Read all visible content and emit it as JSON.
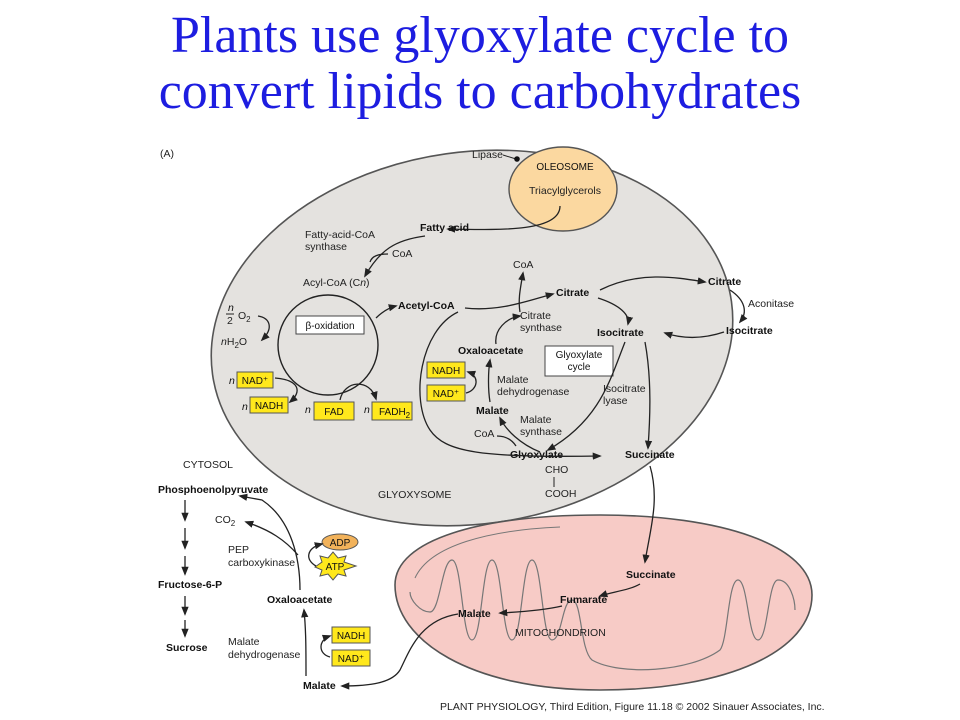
{
  "title": {
    "line1": "Plants use glyoxylate cycle to",
    "line2": "convert lipids to carbohydrates"
  },
  "panel_label": "(A)",
  "oleosome": {
    "name": "OLEOSOME",
    "lipase": "Lipase",
    "triacylglycerols": "Triacylglycerols"
  },
  "glyoxysome": {
    "name": "GLYOXYSOME",
    "fatty_acid": "Fatty acid",
    "fatty_acid_coa_synthase_1": "Fatty-acid-CoA",
    "fatty_acid_coa_synthase_2": "synthase",
    "coa_1": "CoA",
    "acyl_coa": "Acyl-CoA (C",
    "acyl_coa_n": "n",
    "acyl_coa_end": ")",
    "beta_oxidation": "β-oxidation",
    "n_over_2": "n",
    "two": "2",
    "o2": "O",
    "o2_sub": "2",
    "nh2o_n": "n",
    "nh2o_h": "H",
    "nh2o_sub": "2",
    "nh2o_o": "O",
    "n_nad": "n",
    "nad": "NAD⁺",
    "n_nadh": "n",
    "nadh": "NADH",
    "n_fad": "n",
    "fad": "FAD",
    "n_fadh2": "n",
    "fadh2": "FADH",
    "fadh2_sub": "2",
    "acetyl_coa": "Acetyl-CoA",
    "coa_2": "CoA",
    "citrate": "Citrate",
    "citrate_synthase_1": "Citrate",
    "citrate_synthase_2": "synthase",
    "oxaloacetate": "Oxaloacetate",
    "cycle_box_1": "Glyoxylate",
    "cycle_box_2": "cycle",
    "nadh_2": "NADH",
    "nad_2": "NAD⁺",
    "malate_dh_1": "Malate",
    "malate_dh_2": "dehydrogenase",
    "isocitrate": "Isocitrate",
    "isocitrate_lyase_1": "Isocitrate",
    "isocitrate_lyase_2": "lyase",
    "malate": "Malate",
    "malate_synthase_1": "Malate",
    "malate_synthase_2": "synthase",
    "coa_3": "CoA",
    "glyoxylate": "Glyoxylate",
    "cho": "CHO",
    "cooh": "COOH",
    "succinate": "Succinate"
  },
  "cytosol_right": {
    "citrate": "Citrate",
    "aconitase": "Aconitase",
    "isocitrate": "Isocitrate"
  },
  "cytosol": {
    "name": "CYTOSOL",
    "pep": "Phosphoenolpyruvate",
    "co2": "CO",
    "co2_sub": "2",
    "adp": "ADP",
    "atp": "ATP",
    "pepck_1": "PEP",
    "pepck_2": "carboxykinase",
    "f6p": "Fructose-6-P",
    "oxaloacetate": "Oxaloacetate",
    "nadh": "NADH",
    "nad": "NAD⁺",
    "mdh_1": "Malate",
    "mdh_2": "dehydrogenase",
    "sucrose": "Sucrose",
    "malate": "Malate"
  },
  "mitochondrion": {
    "name": "MITOCHONDRION",
    "succinate": "Succinate",
    "fumarate": "Fumarate",
    "malate": "Malate"
  },
  "citation": "PLANT PHYSIOLOGY, Third Edition, Figure 11.18  © 2002 Sinauer Associates, Inc.",
  "colors": {
    "title": "#1d1de0",
    "glyoxysome": "#e4e2df",
    "oleosome": "#fbd8a0",
    "mitochondrion": "#f7cbc6",
    "cofactor_box": "#ffe81c",
    "adp": "#f2b25a",
    "atp": "#ffe81c"
  }
}
